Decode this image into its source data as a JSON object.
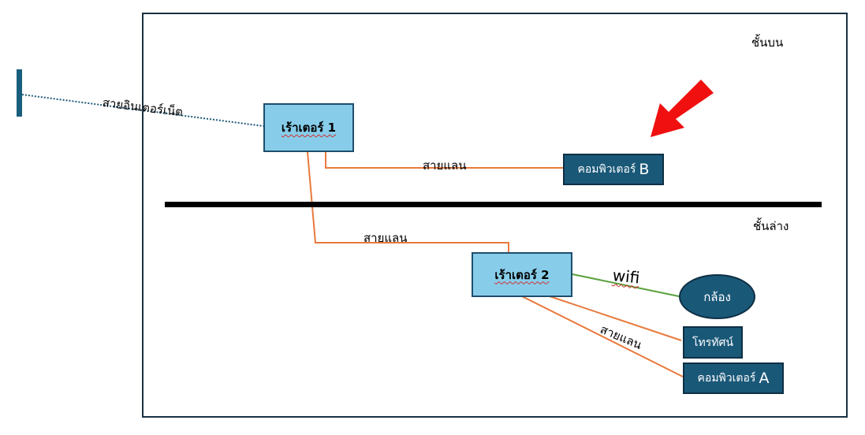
{
  "floors": {
    "upper": "ชั้นบน",
    "lower": "ชั้นล่าง"
  },
  "links": {
    "internet": "สายอินเตอร์เน็ต",
    "lan_top": "สายแลน",
    "lan_mid": "สายแลน",
    "lan_bottom": "สายแลน",
    "wifi": "wifi"
  },
  "nodes": {
    "router1": "เร้าเตอร์ 1",
    "router2": "เร้าเตอร์ 2",
    "computer_b": {
      "name": "คอมพิวเตอร์",
      "suffix": "B"
    },
    "camera": "กล้อง",
    "tv": "โทรทัศน์",
    "computer_a": {
      "name": "คอมพิวเตอร์",
      "suffix": "A"
    }
  },
  "colors": {
    "lan_wire": "#e87a3c",
    "wifi_wire": "#5aa03c",
    "internet_wire": "#1f5a7a",
    "arrow": "#f01010",
    "router_fill": "#87cdea",
    "device_fill": "#1a5878"
  }
}
